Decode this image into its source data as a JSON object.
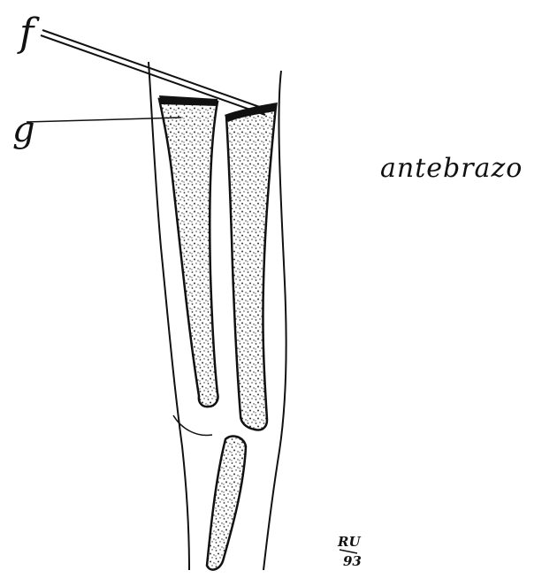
{
  "labels": {
    "f": "f",
    "g": "g",
    "title": "antebrazo",
    "signature_initials": "RU",
    "signature_year": "93"
  },
  "colors": {
    "ink": "#111111",
    "paper": "#ffffff",
    "stipple": "#333333"
  }
}
